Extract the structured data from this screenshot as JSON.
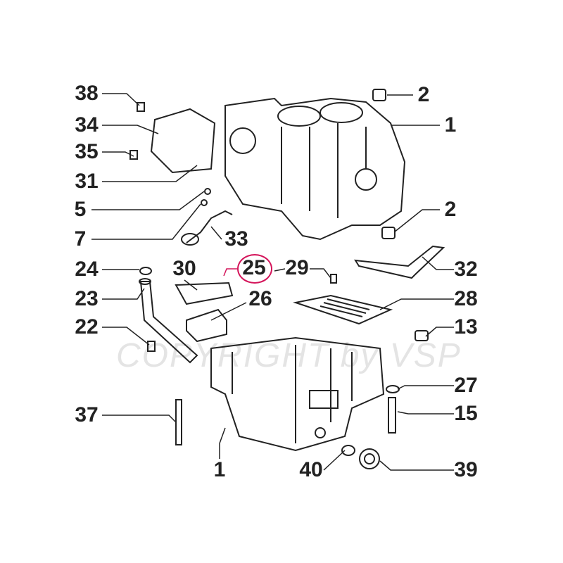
{
  "diagram": {
    "watermark": "COPYRIGHT by VSP",
    "highlight_color": "#d4145a",
    "highlighted_label": "25",
    "labels": [
      {
        "id": "38",
        "text": "38"
      },
      {
        "id": "34",
        "text": "34"
      },
      {
        "id": "35",
        "text": "35"
      },
      {
        "id": "31",
        "text": "31"
      },
      {
        "id": "5",
        "text": "5"
      },
      {
        "id": "7",
        "text": "7"
      },
      {
        "id": "24",
        "text": "24"
      },
      {
        "id": "23",
        "text": "23"
      },
      {
        "id": "22",
        "text": "22"
      },
      {
        "id": "37",
        "text": "37"
      },
      {
        "id": "30",
        "text": "30"
      },
      {
        "id": "25",
        "text": "25"
      },
      {
        "id": "29",
        "text": "29"
      },
      {
        "id": "26",
        "text": "26"
      },
      {
        "id": "33",
        "text": "33"
      },
      {
        "id": "2a",
        "text": "2"
      },
      {
        "id": "1a",
        "text": "1"
      },
      {
        "id": "2b",
        "text": "2"
      },
      {
        "id": "32",
        "text": "32"
      },
      {
        "id": "28",
        "text": "28"
      },
      {
        "id": "13",
        "text": "13"
      },
      {
        "id": "27",
        "text": "27"
      },
      {
        "id": "15",
        "text": "15"
      },
      {
        "id": "1b",
        "text": "1"
      },
      {
        "id": "40",
        "text": "40"
      },
      {
        "id": "39",
        "text": "39"
      }
    ]
  }
}
